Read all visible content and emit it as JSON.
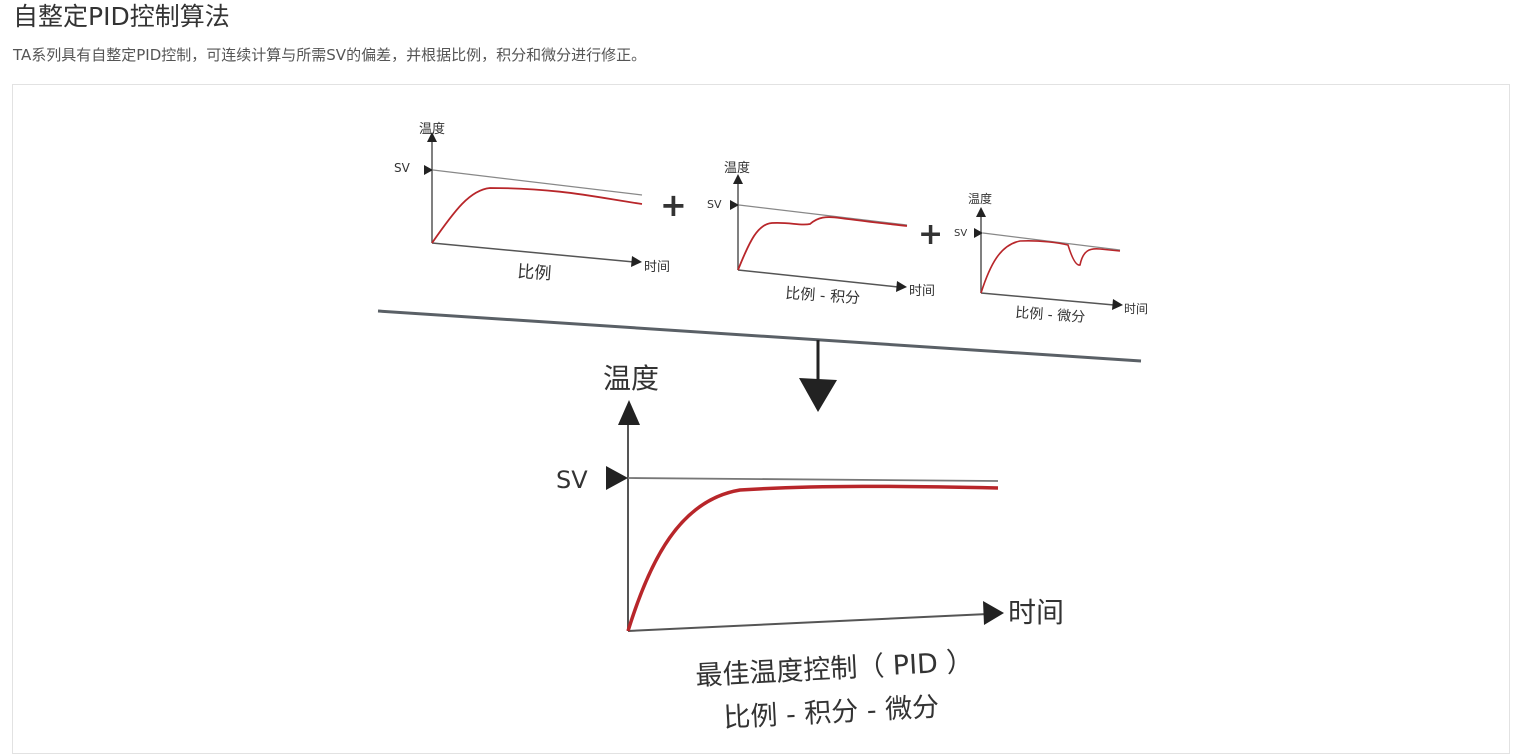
{
  "header": {
    "title": "自整定PID控制算法",
    "description": "TA系列具有自整定PID控制，可连续计算与所需SV的偏差，并根据比例，积分和微分进行修正。"
  },
  "diagram": {
    "axis_y_label": "温度",
    "axis_x_label": "时间",
    "sv_label": "SV",
    "plus_symbol": "+",
    "charts": [
      {
        "name": "比例"
      },
      {
        "name": "比例 - 积分"
      },
      {
        "name": "比例 - 微分"
      }
    ],
    "result": {
      "line1": "最佳温度控制（ PID ）",
      "line2": "比例 - 积分 - 微分"
    },
    "colors": {
      "curve": "#b8262a",
      "axis": "#555555",
      "divider": "#5a6066",
      "arrow": "#222222"
    }
  }
}
